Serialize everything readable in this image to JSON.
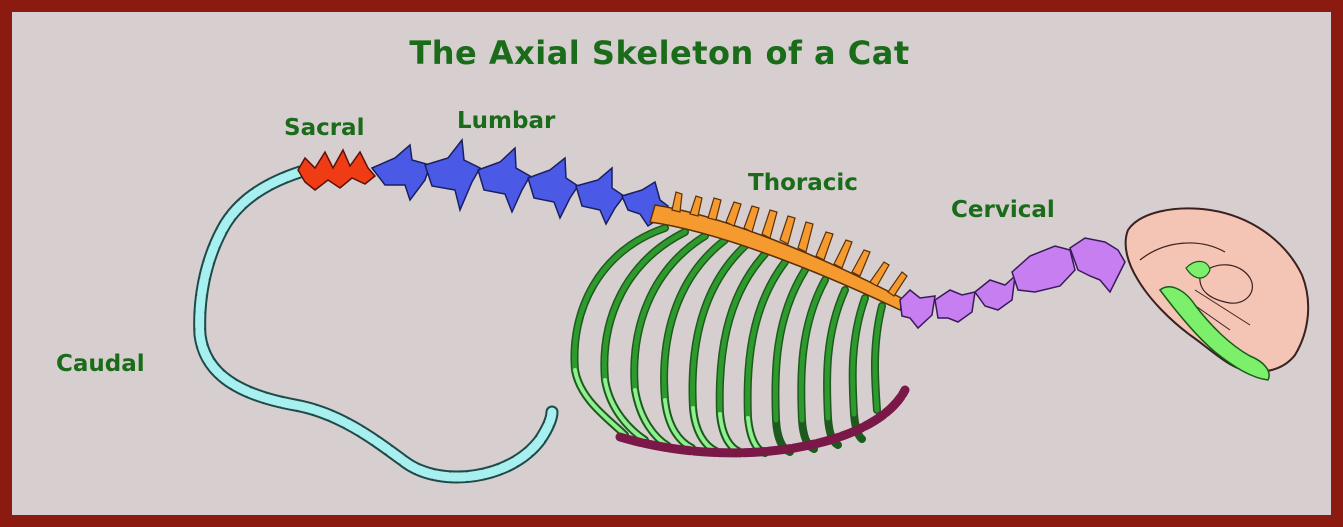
{
  "title": "The Axial Skeleton of a Cat",
  "labels": {
    "sacral": "Sacral",
    "lumbar": "Lumbar",
    "thoracic": "Thoracic",
    "cervical": "Cervical",
    "caudal": "Caudal"
  },
  "colors": {
    "frame": "#8b1a10",
    "background": "#d7cfcf",
    "label_text": "#1a6b1a",
    "caudal": "#a8f0f0",
    "sacral": "#f03c14",
    "lumbar": "#4a5ae6",
    "thoracic": "#f59a2e",
    "cervical": "#c77ef0",
    "ribs": "#2e9a2e",
    "costal_cartilage": "#8ef08e",
    "sternum": "#7a1848",
    "skull": "#f4c4b4",
    "jaw": "#7cf06a"
  }
}
